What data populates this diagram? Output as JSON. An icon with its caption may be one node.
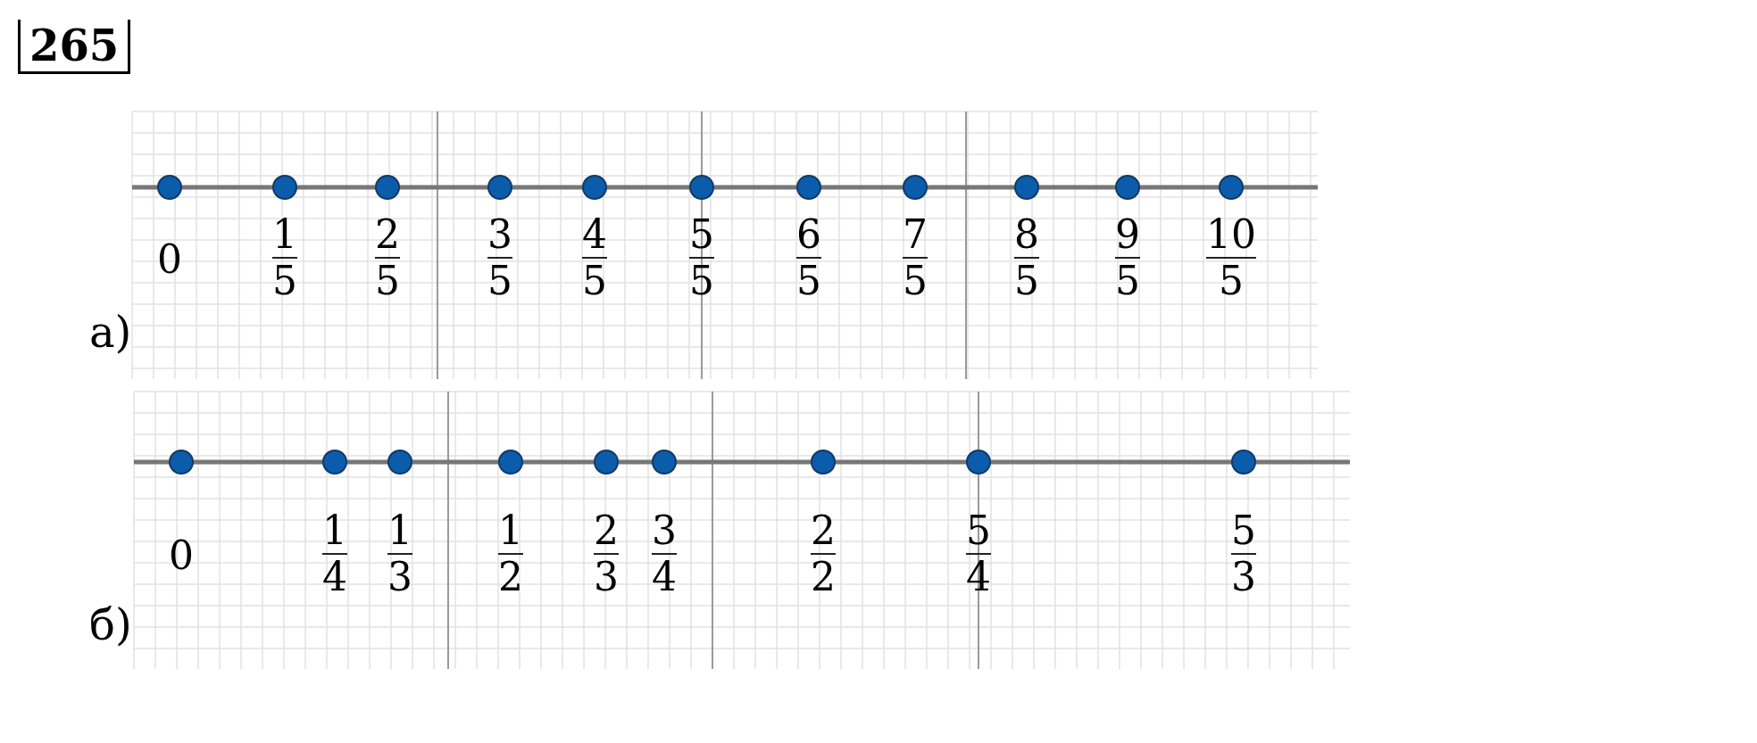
{
  "diagram": {
    "title": "265",
    "labels": [
      "0",
      "1/5",
      "2/5",
      "3/5",
      "4/5",
      "5/5",
      "6/5",
      "7/5",
      "8/5",
      "9/5",
      "10/5",
      "а)",
      "0",
      "1/4",
      "1/3",
      "1/2",
      "2/3",
      "3/4",
      "2/2",
      "5/4",
      "5/3",
      "б)"
    ]
  }
}
